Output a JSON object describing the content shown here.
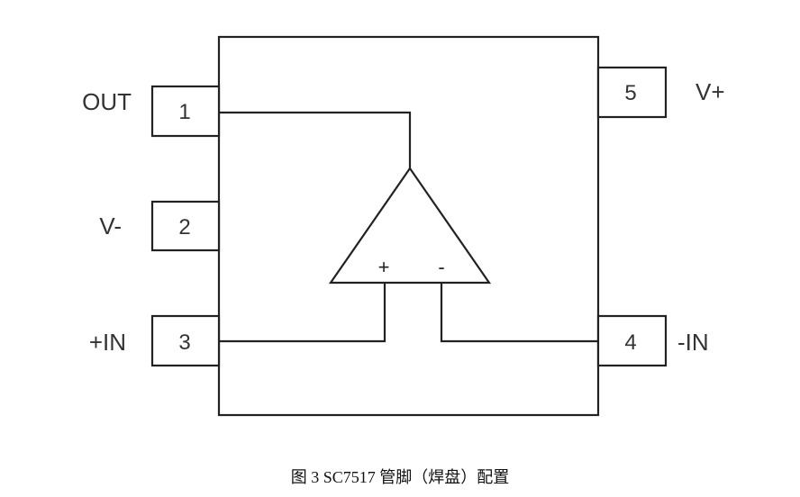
{
  "pins": [
    {
      "number": "1",
      "name": "OUT"
    },
    {
      "number": "2",
      "name": "V-"
    },
    {
      "number": "3",
      "name": "+IN"
    },
    {
      "number": "4",
      "name": "-IN"
    },
    {
      "number": "5",
      "name": "V+"
    }
  ],
  "opamp": {
    "plus_sign": "+",
    "minus_sign": "-"
  },
  "caption": "图 3 SC7517 管脚（焊盘）配置"
}
